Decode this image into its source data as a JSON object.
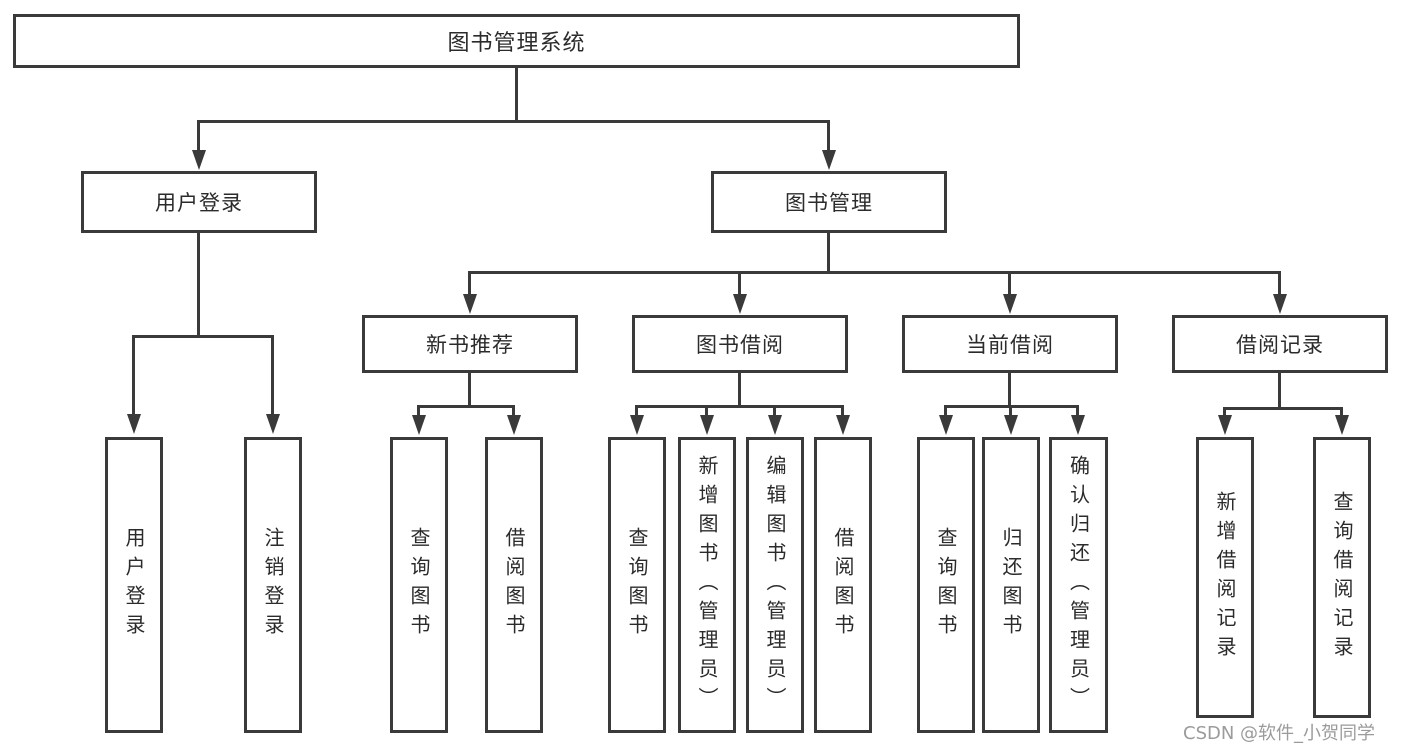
{
  "colors": {
    "line": "#3a3a3a",
    "text": "#2b2b2b",
    "watermark": "#9b9b9b",
    "bg": "#ffffff"
  },
  "tree": {
    "root": {
      "label": "图书管理系统"
    },
    "branches": [
      {
        "label": "用户登录",
        "leaves": [
          {
            "label": "用户登录"
          },
          {
            "label": "注销登录"
          }
        ]
      },
      {
        "label": "图书管理",
        "groups": [
          {
            "label": "新书推荐",
            "leaves": [
              {
                "label": "查询图书"
              },
              {
                "label": "借阅图书"
              }
            ]
          },
          {
            "label": "图书借阅",
            "leaves": [
              {
                "label": "查询图书"
              },
              {
                "label": "新增图书（管理员）"
              },
              {
                "label": "编辑图书（管理员）"
              },
              {
                "label": "借阅图书"
              }
            ]
          },
          {
            "label": "当前借阅",
            "leaves": [
              {
                "label": "查询图书"
              },
              {
                "label": "归还图书"
              },
              {
                "label": "确认归还（管理员）"
              }
            ]
          },
          {
            "label": "借阅记录",
            "leaves": [
              {
                "label": "新增借阅记录"
              },
              {
                "label": "查询借阅记录"
              }
            ]
          }
        ]
      }
    ]
  },
  "watermark": "CSDN @软件_小贺同学"
}
